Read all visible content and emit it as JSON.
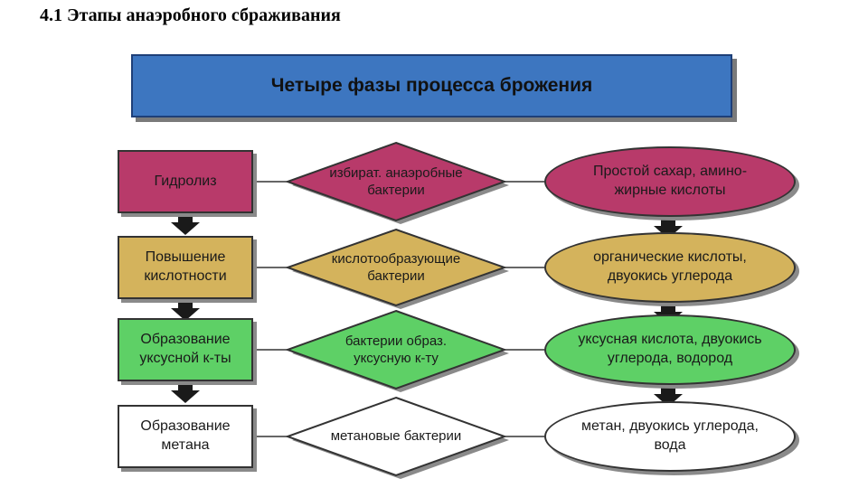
{
  "slide_title": "4.1 Этапы анаэробного сбраживания",
  "header": "Четыре фазы процесса брожения",
  "colors": {
    "banner": "#3d76c0",
    "hydrolysis": "#b83a6a",
    "acid": "#d4b35c",
    "acetic": "#5ed066",
    "methane": "#ffffff"
  },
  "rows": [
    {
      "phase": "Гидролиз",
      "bacteria": "избират. анаэробные бактерии",
      "product": "Простой сахар, амино- жирные кислоты"
    },
    {
      "phase": "Повышение кислотности",
      "bacteria": "кислотообразующие бактерии",
      "product": "органические кислоты, двуокись углерода"
    },
    {
      "phase": "Образование уксусной к-ты",
      "bacteria": "бактерии образ. уксусную к-ту",
      "product": "уксусная кислота, двуокись углерода, водород"
    },
    {
      "phase": "Образование метана",
      "bacteria": "метановые бактерии",
      "product": "метан, двуокись углерода, вода"
    }
  ]
}
